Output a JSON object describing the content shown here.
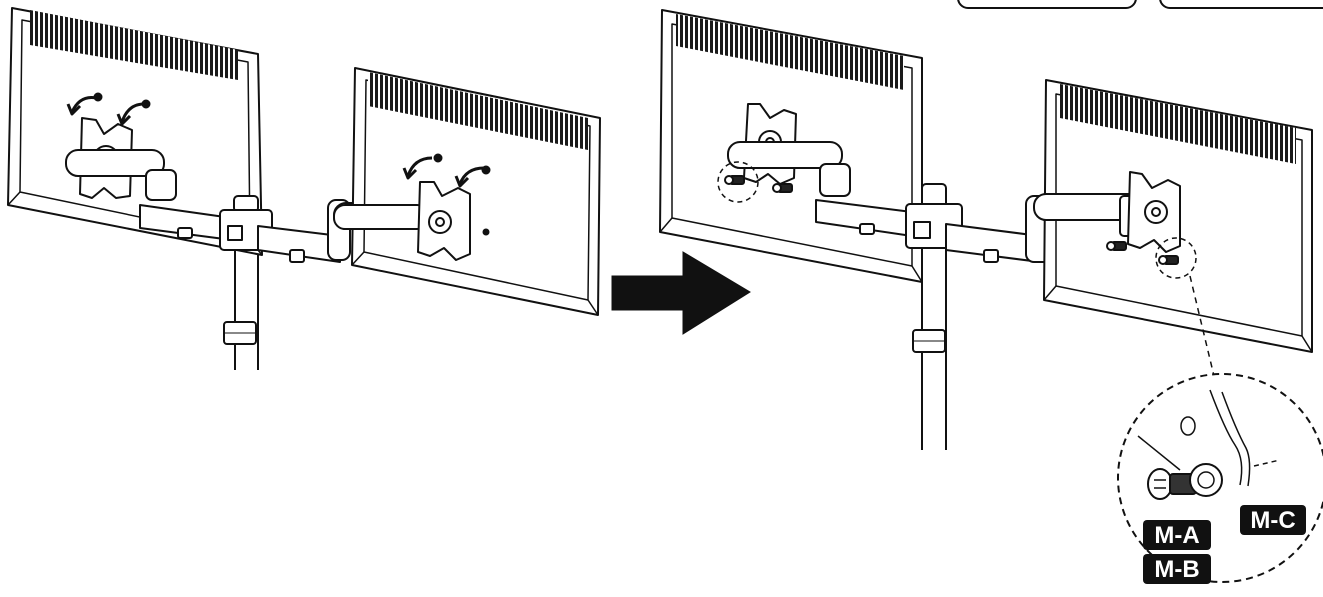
{
  "diagram": {
    "callout_labels": {
      "washer_screw": "M-A",
      "spacer": "M-B",
      "lock_washer": "M-C"
    },
    "colors": {
      "line": "#111111",
      "vent": "#1a1a1a",
      "arrow": "#111111",
      "label_bg": "#111111",
      "label_text": "#ffffff",
      "background": "#ffffff"
    }
  }
}
